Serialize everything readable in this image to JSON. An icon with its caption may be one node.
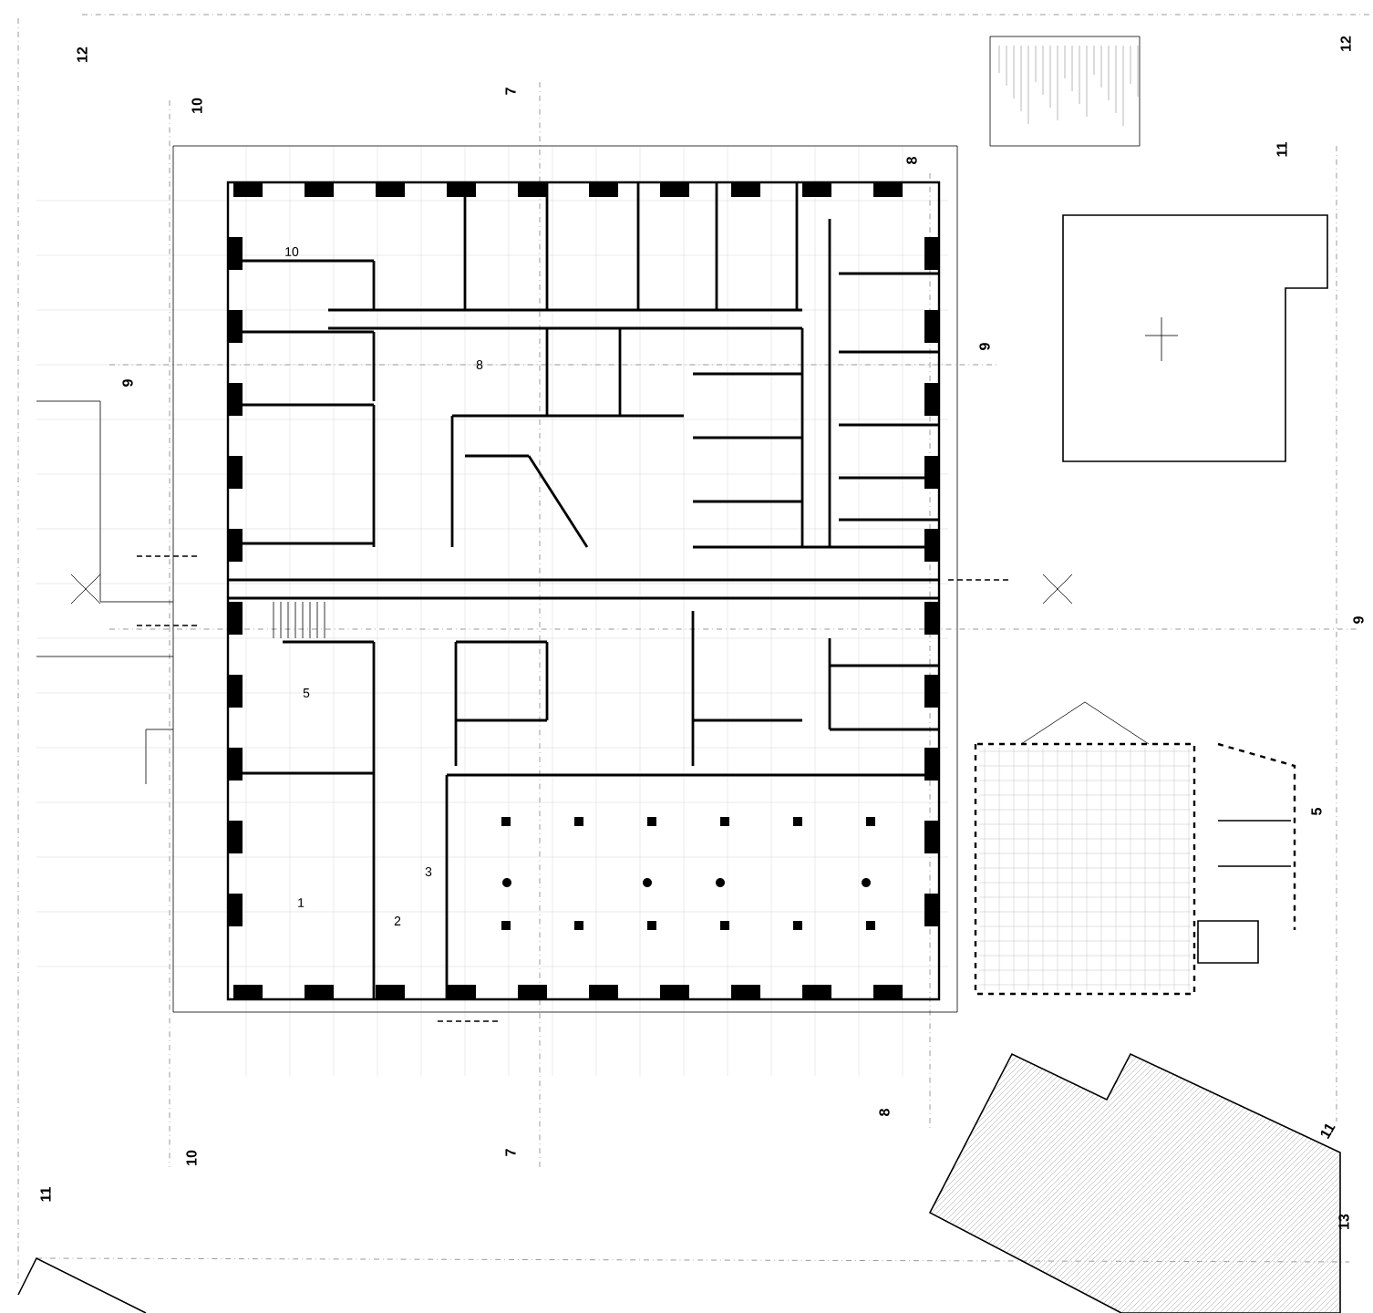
{
  "diagram": {
    "labels": [
      "12",
      "10",
      "7",
      "8",
      "12",
      "11",
      "9",
      "9",
      "9",
      "5",
      "10",
      "7",
      "8",
      "11",
      "11",
      "13",
      "10",
      "8",
      "5",
      "1",
      "2",
      "3"
    ]
  }
}
